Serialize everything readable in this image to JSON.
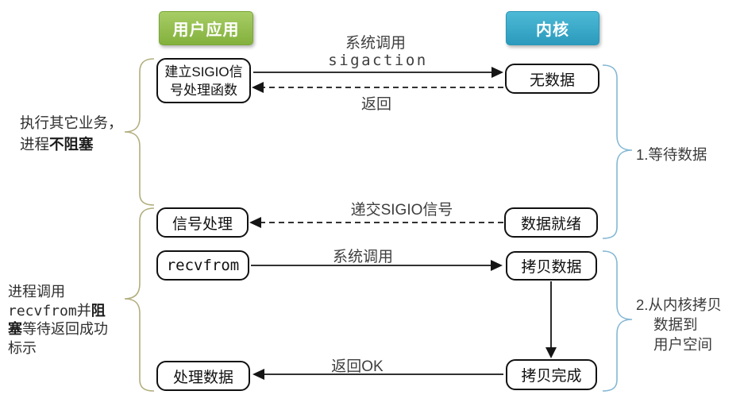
{
  "headers": {
    "user_app": "用户应用",
    "kernel": "内核"
  },
  "boxes": {
    "setup_sigio": "建立SIGIO信\n号处理函数",
    "no_data": "无数据",
    "signal_handler": "信号处理",
    "data_ready": "数据就绪",
    "recvfrom": "recvfrom",
    "copy_data": "拷贝数据",
    "process_data": "处理数据",
    "copy_done": "拷贝完成"
  },
  "arrows": {
    "syscall_sigaction_line1": "系统调用",
    "syscall_sigaction_line2": "sigaction",
    "return_label": "返回",
    "deliver_sigio": "递交SIGIO信号",
    "syscall": "系统调用",
    "return_ok": "返回OK"
  },
  "annotations": {
    "left_top": {
      "line1": "执行其它业务，",
      "line2a": "进程",
      "line2b": "不阻塞"
    },
    "left_bottom": {
      "line1": "进程调用",
      "line2a": "recvfrom",
      "line2b": "并",
      "line2c": "阻",
      "line3a": "塞",
      "line3b": "等待返回成功",
      "line4": "标示"
    },
    "right_top": "1.等待数据",
    "right_bottom_line1": "2.从内核拷贝",
    "right_bottom_line2": "数据到",
    "right_bottom_line3": "用户空间"
  },
  "colors": {
    "user_app_green": "#8cbb4a",
    "kernel_cyan": "#35a9c6",
    "left_brace": "#b2ae7e",
    "right_brace": "#85b8d4",
    "arrow_black": "#151515",
    "label_gray": "#3e3e3e"
  }
}
